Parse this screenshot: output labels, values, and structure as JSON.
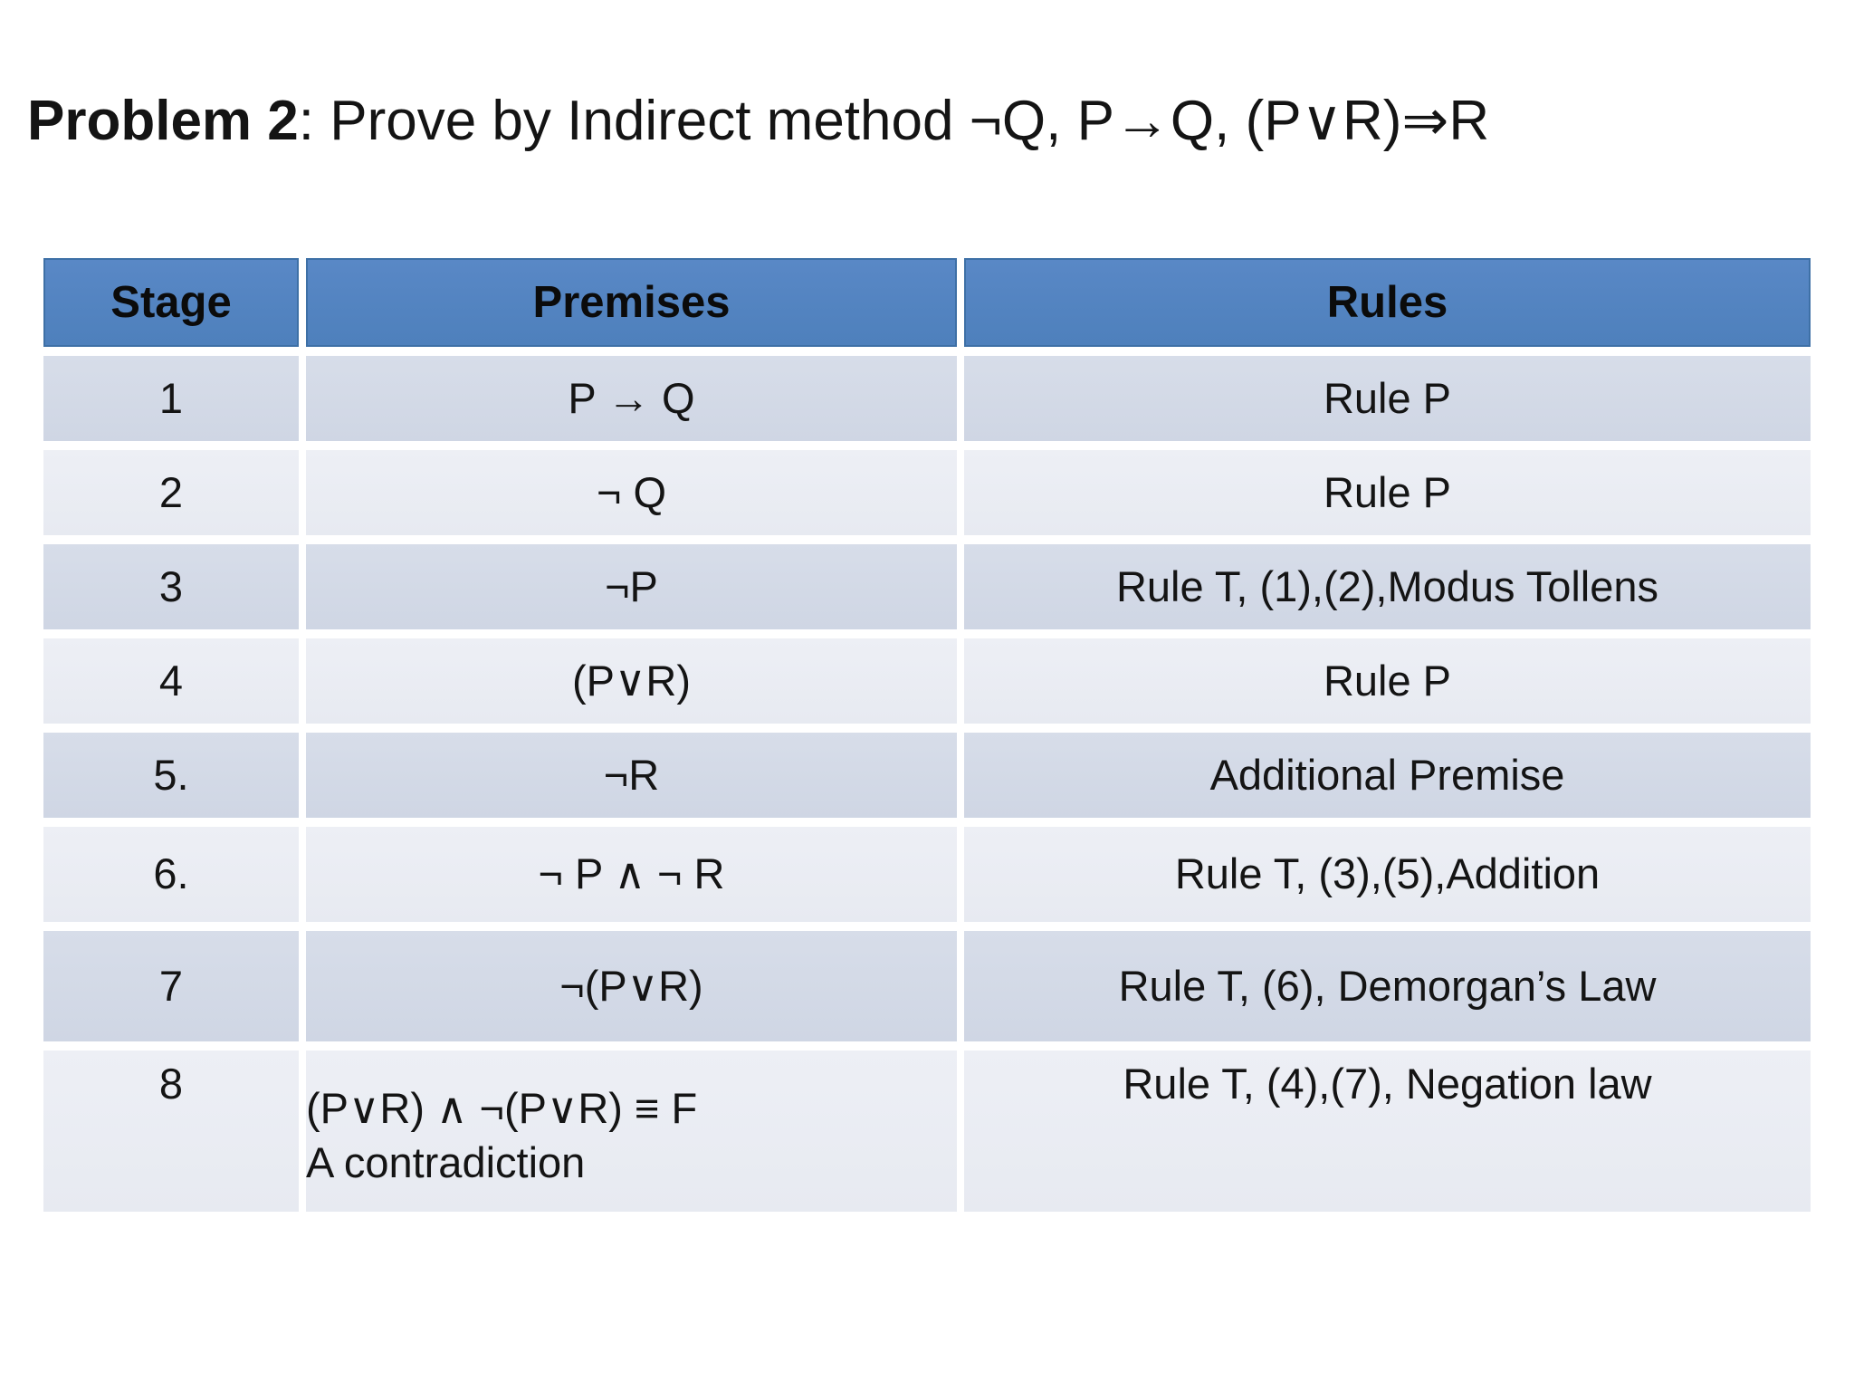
{
  "title": {
    "bold": "Problem 2",
    "rest": ": Prove by Indirect method ¬Q, P→Q, (P∨R)⇒R"
  },
  "table": {
    "headers": [
      "Stage",
      "Premises",
      "Rules"
    ],
    "rows": [
      {
        "stage": "1",
        "premise": "P → Q",
        "rule": "Rule P"
      },
      {
        "stage": "2",
        "premise": "¬ Q",
        "rule": "Rule P"
      },
      {
        "stage": "3",
        "premise": "¬P",
        "rule": "Rule T, (1),(2),Modus Tollens"
      },
      {
        "stage": "4",
        "premise": "(P∨R)",
        "rule": "Rule P"
      },
      {
        "stage": "5.",
        "premise": "¬R",
        "rule": "Additional Premise"
      },
      {
        "stage": "6.",
        "premise": "¬ P ∧ ¬ R",
        "rule": "Rule T, (3),(5),Addition"
      },
      {
        "stage": "7",
        "premise": "¬(P∨R)",
        "rule": "Rule T, (6), Demorgan’s Law"
      },
      {
        "stage": "8",
        "premise": "(P∨R) ∧ ¬(P∨R) ≡ F",
        "premise_line2": "A contradiction",
        "rule": "Rule T, (4),(7), Negation law"
      }
    ]
  },
  "colors": {
    "header-blue": "#4E80BC",
    "header-blue-light": "#5988C6",
    "band-dark": "#CFD6E4",
    "band-dark-light": "#D7DDE9",
    "band-light": "#E7EAF1",
    "band-light-light": "#EDEFF5",
    "text": "#141414",
    "header-text": "#0B0B0B",
    "background": "#FFFFFF"
  }
}
